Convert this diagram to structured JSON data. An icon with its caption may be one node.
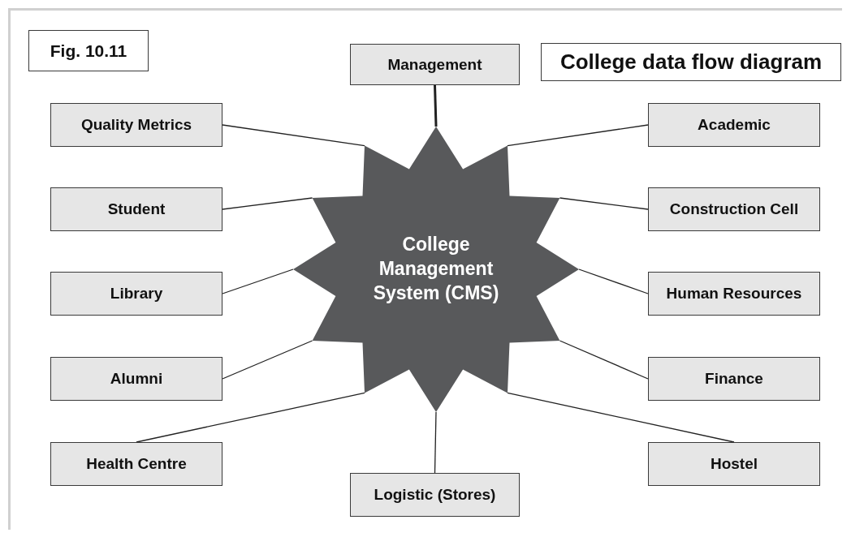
{
  "diagram": {
    "title": "College data flow diagram",
    "nodes": [
      {
        "text": [
          "Management"
        ]
      },
      {
        "text": [
          "Quality Metrics"
        ]
      },
      {
        "text": [
          "Academic"
        ]
      },
      {
        "text": [
          "Student"
        ]
      },
      {
        "text": [
          "Construction Cell"
        ]
      },
      {
        "text": [
          "College Management System (CMS)"
        ]
      },
      {
        "text": [
          "Library"
        ]
      },
      {
        "text": [
          "Human Resources"
        ]
      },
      {
        "text": [
          "Alumni"
        ]
      },
      {
        "text": [
          "Finance"
        ]
      },
      {
        "text": [
          "Health Centre"
        ]
      },
      {
        "text": [
          "Hostel"
        ]
      },
      {
        "text": [
          "Logistic (Stores)"
        ]
      }
    ],
    "edges": [
      {
        "from": 5,
        "to": 0,
        "arrow": "none",
        "style": "thick"
      },
      {
        "from": 5,
        "to": 1,
        "arrow": "none"
      },
      {
        "from": 5,
        "to": 2,
        "arrow": "none"
      },
      {
        "from": 5,
        "to": 3,
        "arrow": "none"
      },
      {
        "from": 5,
        "to": 4,
        "arrow": "none"
      },
      {
        "from": 5,
        "to": 6,
        "arrow": "none"
      },
      {
        "from": 5,
        "to": 7,
        "arrow": "none"
      },
      {
        "from": 5,
        "to": 8,
        "arrow": "none"
      },
      {
        "from": 5,
        "to": 9,
        "arrow": "none"
      },
      {
        "from": 5,
        "to": 10,
        "arrow": "none"
      },
      {
        "from": 5,
        "to": 11,
        "arrow": "none"
      },
      {
        "from": 5,
        "to": 12,
        "arrow": "none"
      }
    ],
    "labels": [
      "Fig. 10.11"
    ]
  }
}
